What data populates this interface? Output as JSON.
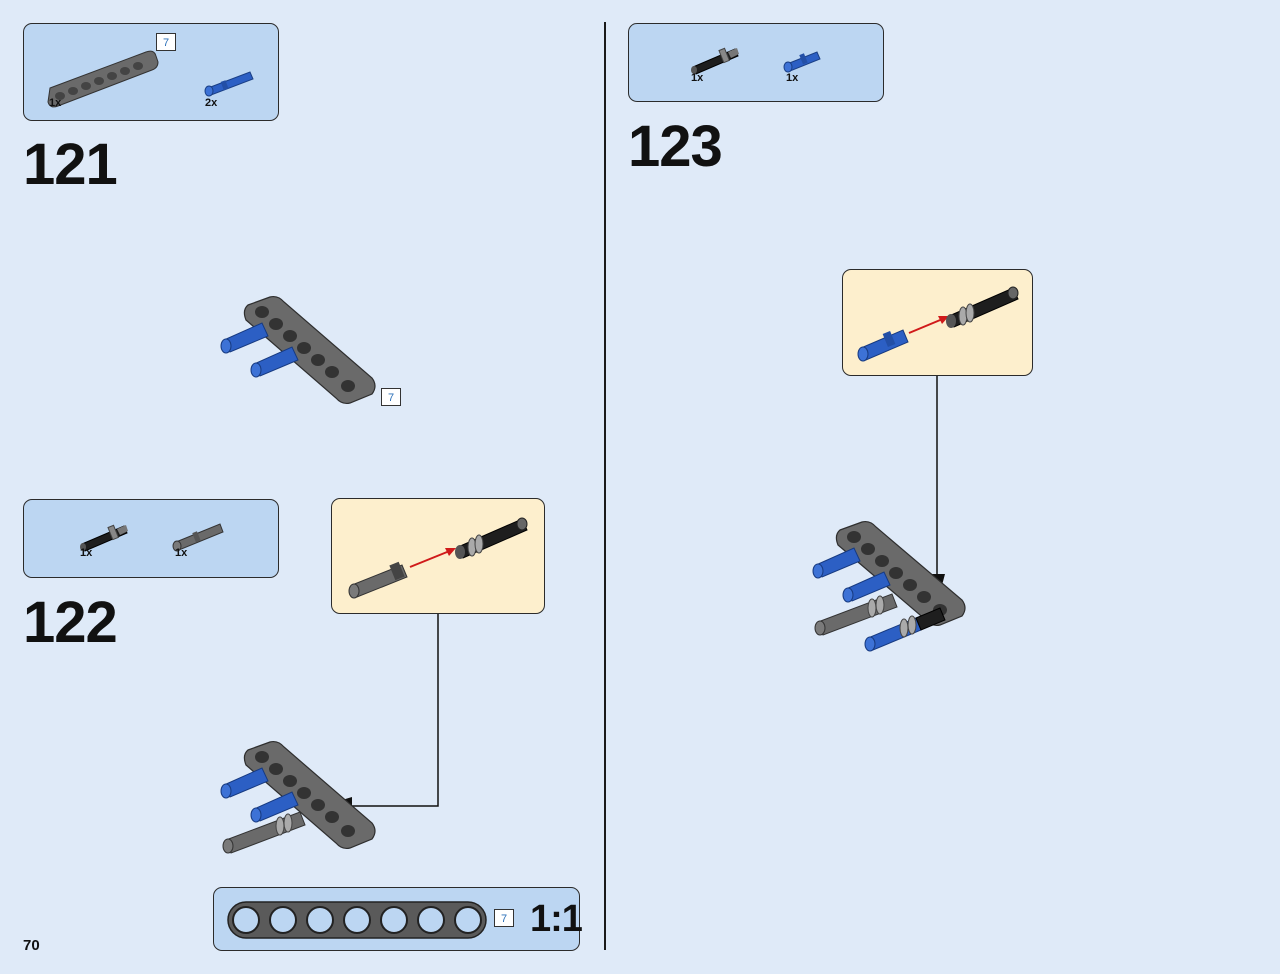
{
  "page_number": "70",
  "scale_label": "1:1",
  "scale_beam_length": "7",
  "colors": {
    "background": "#dfeaf8",
    "parts_box": "#bcd6f2",
    "callout": "#fdefcd",
    "beam_gray": "#6a6a6a",
    "pin_blue": "#2c5fc4",
    "pin_black": "#1e1e1e",
    "arrow_red": "#d01a1a"
  },
  "steps": [
    {
      "number": "121",
      "parts": [
        {
          "icon": "beam-7-icon",
          "qty": "1x",
          "length_tag": "7"
        },
        {
          "icon": "blue-axle-pin-icon",
          "qty": "2x"
        }
      ],
      "assembly_length_tag": "7"
    },
    {
      "number": "122",
      "parts": [
        {
          "icon": "black-axle-pin-icon",
          "qty": "1x"
        },
        {
          "icon": "gray-pin-icon",
          "qty": "1x"
        }
      ]
    },
    {
      "number": "123",
      "parts": [
        {
          "icon": "black-axle-pin-icon",
          "qty": "1x"
        },
        {
          "icon": "blue-axle-pin-icon",
          "qty": "1x"
        }
      ]
    }
  ]
}
